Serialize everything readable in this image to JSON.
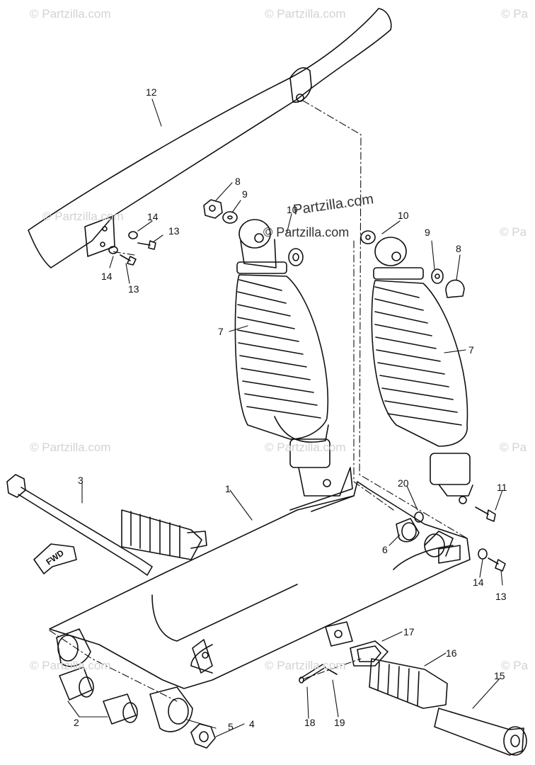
{
  "watermark": {
    "text": "© Partzilla.com",
    "short": "© Pa",
    "brand_plain": "Partzilla.com",
    "brand_copyright": "© Partzilla.com"
  },
  "diagram": {
    "fwd_label": "FWD"
  },
  "callouts": [
    "12",
    "8",
    "9",
    "10",
    "14",
    "13",
    "14",
    "13",
    "10",
    "9",
    "8",
    "7",
    "7",
    "3",
    "1",
    "20",
    "11",
    "6",
    "14",
    "13",
    "17",
    "16",
    "15",
    "2",
    "5",
    "4",
    "18",
    "19"
  ]
}
